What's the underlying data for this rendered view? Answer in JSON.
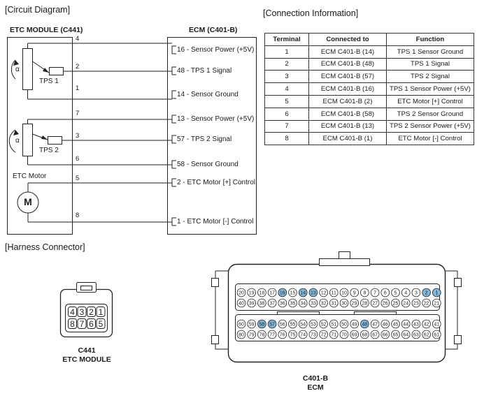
{
  "sections": {
    "circuit_diagram": "[Circuit Diagram]",
    "connection_info": "[Connection Information]",
    "harness_connector": "[Harness Connector]"
  },
  "etc_module": {
    "title": "ETC MODULE (C441)",
    "tps1_label": "TPS 1",
    "tps2_label": "TPS 2",
    "alpha": "α",
    "motor_label": "ETC Motor",
    "motor_symbol": "M"
  },
  "ecm": {
    "title": "ECM (C401-B)",
    "pins": [
      {
        "wire": "4",
        "label": "16 - Sensor Power (+5V)"
      },
      {
        "wire": "2",
        "label": "48 - TPS 1 Signal"
      },
      {
        "wire": "1",
        "label": "14 - Sensor Ground"
      },
      {
        "wire": "7",
        "label": "13 - Sensor Power (+5V)"
      },
      {
        "wire": "3",
        "label": "57 - TPS 2 Signal"
      },
      {
        "wire": "6",
        "label": "58 - Sensor Ground"
      },
      {
        "wire": "5",
        "label": "2 - ETC Motor [+] Control"
      },
      {
        "wire": "8",
        "label": "1 - ETC Motor [-] Control"
      }
    ]
  },
  "connection_table": {
    "headers": [
      "Terminal",
      "Connected to",
      "Function"
    ],
    "rows": [
      [
        "1",
        "ECM C401-B (14)",
        "TPS 1 Sensor Ground"
      ],
      [
        "2",
        "ECM C401-B (48)",
        "TPS 1 Signal"
      ],
      [
        "3",
        "ECM C401-B (57)",
        "TPS 2 Signal"
      ],
      [
        "4",
        "ECM C401-B (16)",
        "TPS 1 Sensor Power (+5V)"
      ],
      [
        "5",
        "ECM C401-B (2)",
        "ETC Motor [+] Control"
      ],
      [
        "6",
        "ECM C401-B (58)",
        "TPS 2 Sensor Ground"
      ],
      [
        "7",
        "ECM C401-B (13)",
        "TPS 2 Sensor Power (+5V)"
      ],
      [
        "8",
        "ECM C401-B (1)",
        "ETC Motor [-] Control"
      ]
    ]
  },
  "c441": {
    "top_pins": [
      "4",
      "3",
      "2",
      "1"
    ],
    "bottom_pins": [
      "8",
      "7",
      "6",
      "5"
    ],
    "caption_line1": "C441",
    "caption_line2": "ETC MODULE"
  },
  "c401b": {
    "row1": [
      "20",
      "19",
      "18",
      "17",
      "16",
      "15",
      "14",
      "13",
      "12",
      "11",
      "10",
      "9",
      "8",
      "7",
      "6",
      "5",
      "4",
      "3",
      "2",
      "1"
    ],
    "row2": [
      "40",
      "39",
      "38",
      "37",
      "36",
      "35",
      "34",
      "33",
      "32",
      "31",
      "30",
      "29",
      "28",
      "27",
      "26",
      "25",
      "24",
      "23",
      "22",
      "21"
    ],
    "row3": [
      "60",
      "59",
      "58",
      "57",
      "56",
      "55",
      "54",
      "53",
      "52",
      "51",
      "50",
      "49",
      "48",
      "47",
      "46",
      "45",
      "44",
      "43",
      "42",
      "41"
    ],
    "row4": [
      "80",
      "79",
      "78",
      "77",
      "76",
      "75",
      "74",
      "73",
      "72",
      "71",
      "70",
      "69",
      "68",
      "67",
      "66",
      "65",
      "64",
      "63",
      "62",
      "61"
    ],
    "highlighted": [
      "16",
      "14",
      "13",
      "2",
      "1",
      "58",
      "57",
      "48"
    ],
    "highlight_color": "#7fb7dc",
    "caption_line1": "C401-B",
    "caption_line2": "ECM"
  }
}
